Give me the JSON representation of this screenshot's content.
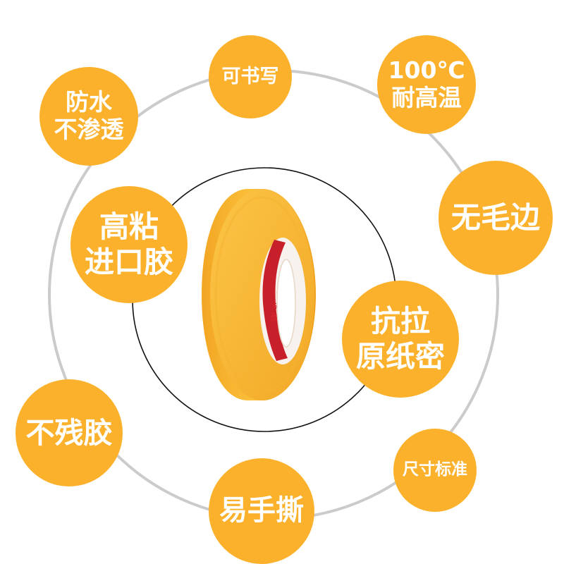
{
  "colors": {
    "badge_fill": "#fbb12b",
    "badge_text": "#ffffff",
    "outer_ring": "#c8c8c8",
    "inner_ring": "#111111",
    "tape_yellow": "#f6b52b",
    "core_red": "#c8202a"
  },
  "features": {
    "writable": {
      "lines": [
        "可书写"
      ]
    },
    "heat_resistant": {
      "lines": [
        "100℃",
        "耐高温"
      ]
    },
    "waterproof": {
      "lines": [
        "防水",
        "不渗透"
      ]
    },
    "no_burr": {
      "lines": [
        "无毛边"
      ]
    },
    "imported_glue": {
      "lines": [
        "高粘",
        "进口胶"
      ]
    },
    "tear_resistant": {
      "lines": [
        "抗拉",
        "原纸密"
      ]
    },
    "no_residue": {
      "lines": [
        "不残胶"
      ]
    },
    "standard_size": {
      "lines": [
        "尺寸标准"
      ]
    },
    "easy_tear": {
      "lines": [
        "易手撕"
      ]
    }
  },
  "tape_core": {
    "brand_icon": "brand-logo-print"
  }
}
